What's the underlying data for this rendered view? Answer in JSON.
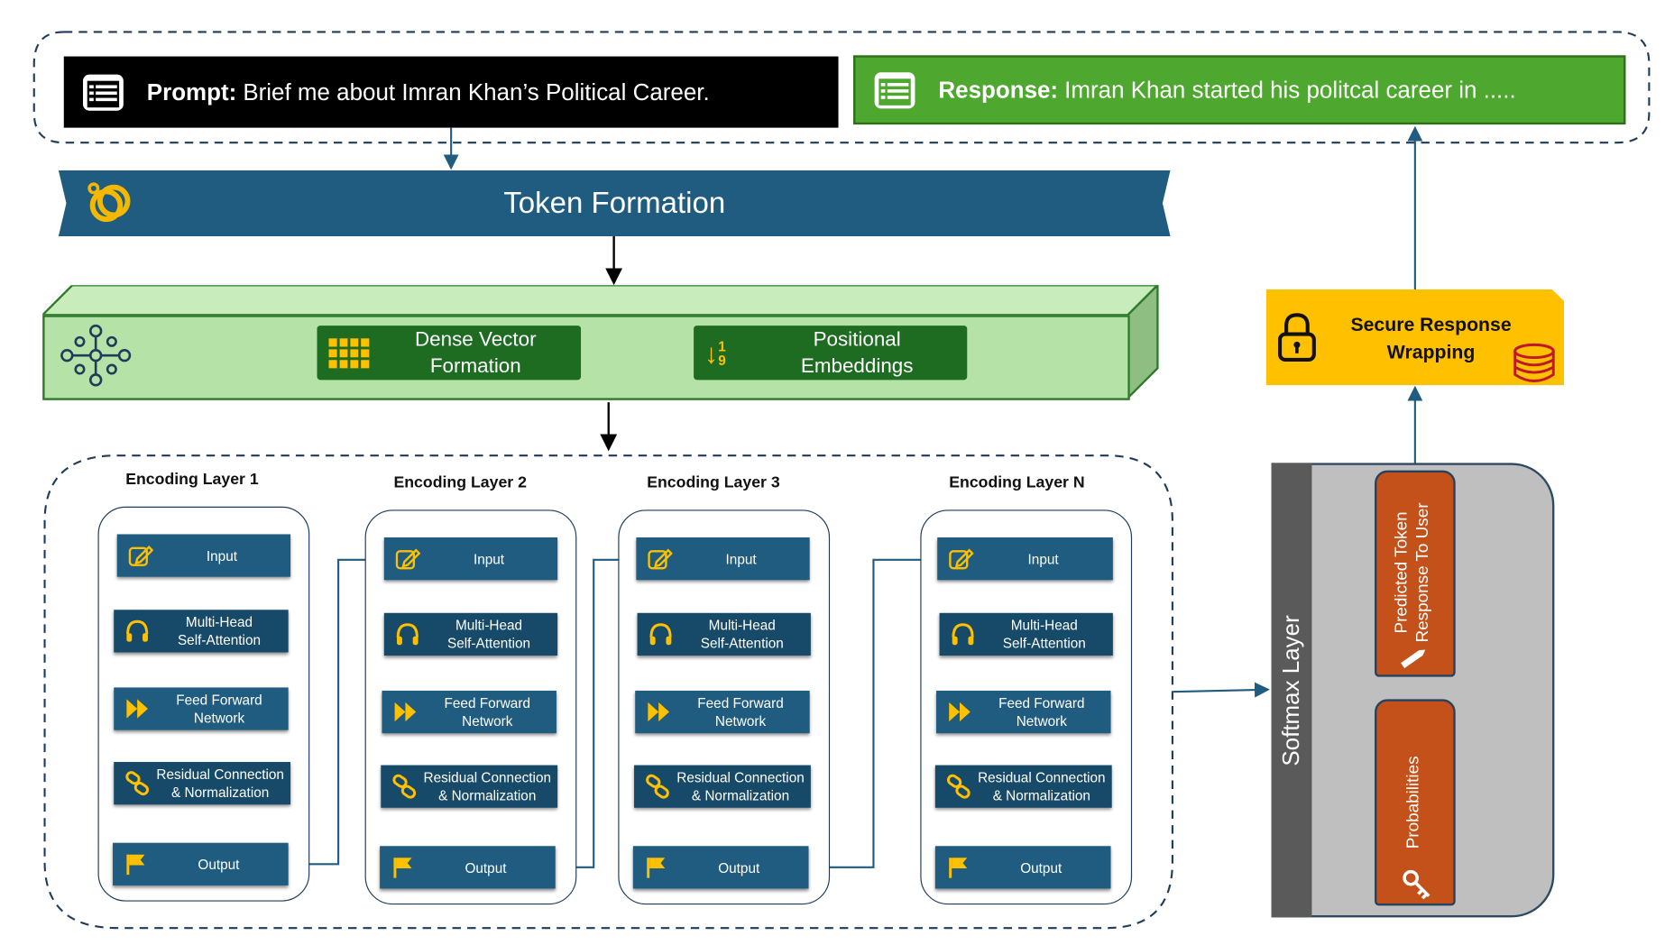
{
  "prompt": {
    "label": "Prompt:",
    "text": "Brief me about Imran Khan’s Political Career."
  },
  "response": {
    "label": "Response:",
    "text": "Imran Khan started his politcal career in ....."
  },
  "token_formation": {
    "label": "Token Formation"
  },
  "embedding_stage": {
    "dense_vector": "Dense Vector Formation",
    "positional": "Positional Embeddings",
    "sort_glyph_top": "1",
    "sort_glyph_bottom": "9"
  },
  "encoding_layers": [
    {
      "title": "Encoding Layer 1"
    },
    {
      "title": "Encoding Layer 2"
    },
    {
      "title": "Encoding Layer 3"
    },
    {
      "title": "Encoding Layer N"
    }
  ],
  "layer_blocks": {
    "input": "Input",
    "mhsa_line1": "Multi-Head",
    "mhsa_line2": "Self-Attention",
    "ffn_line1": "Feed Forward",
    "ffn_line2": "Network",
    "res_line1": "Residual Connection",
    "res_line2": "& Normalization",
    "output": "Output"
  },
  "softmax": {
    "label": "Softmax Layer"
  },
  "probabilities": {
    "label": "Probabilities"
  },
  "predicted": {
    "line1": "Predicted Token",
    "line2": "Response To User"
  },
  "secure": {
    "line1": "Secure Response",
    "line2": "Wrapping"
  },
  "colors": {
    "navy_block": "#1f5c7f",
    "green_bar": "#4ea72e",
    "light_green": "#b5e3a7",
    "dark_green_chip": "#1e6b22",
    "orange": "#c4511a",
    "yellow": "#ffc000",
    "softmax_gray": "#5a5a5a"
  }
}
